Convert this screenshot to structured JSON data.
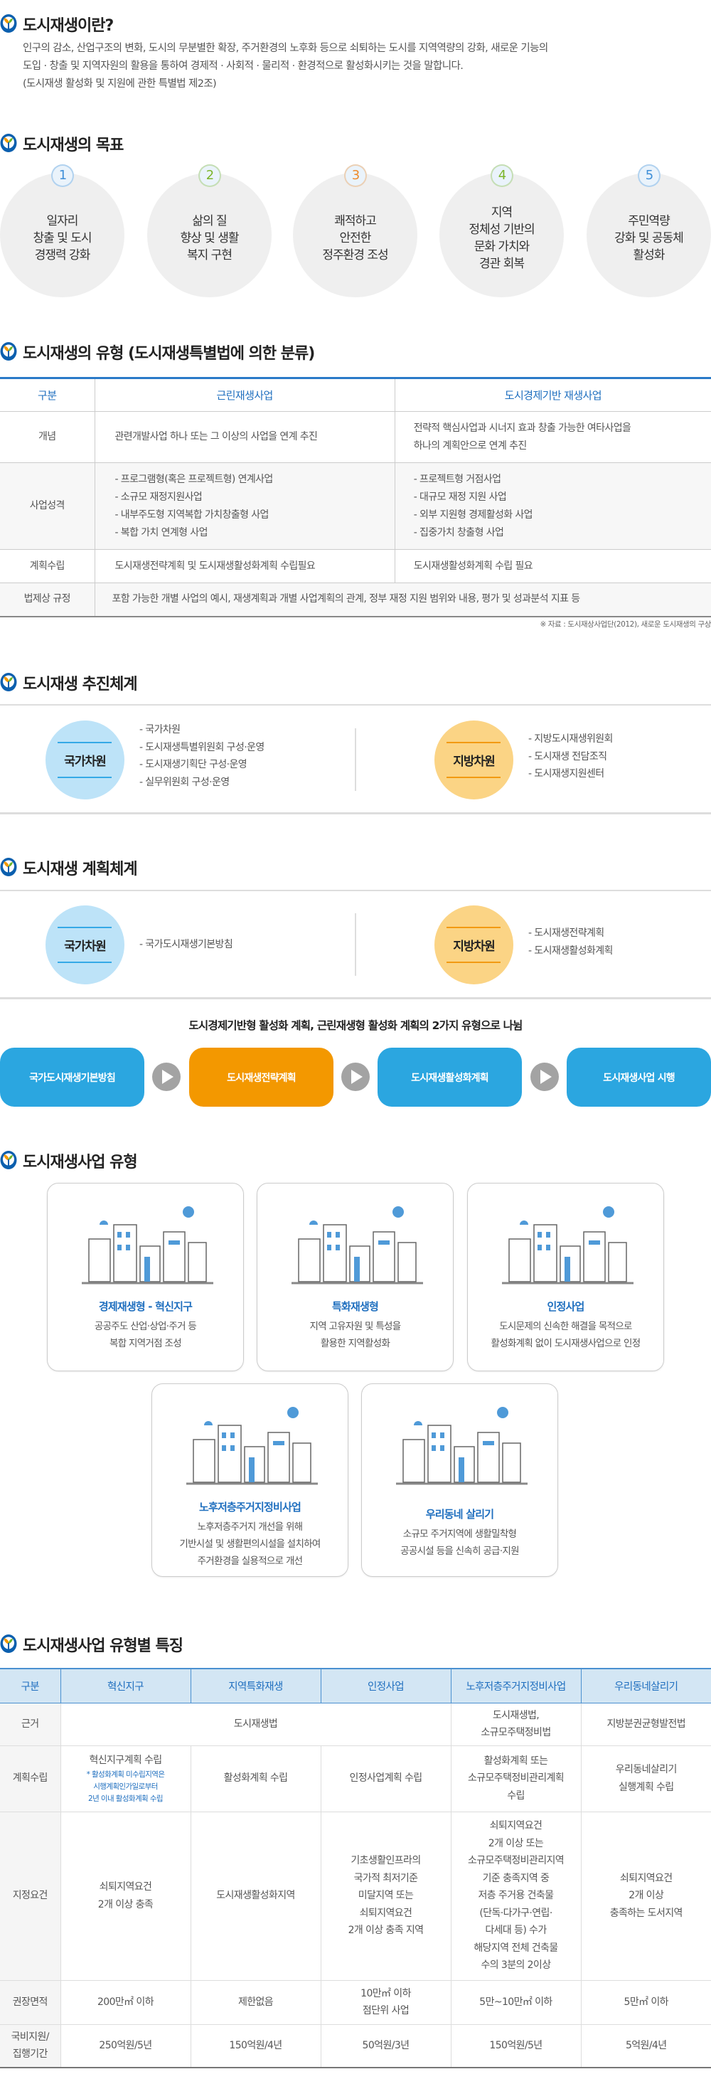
{
  "sections": {
    "intro_title": "도시재생이란?",
    "goals_title": "도시재생의 목표",
    "types_title": "도시재생의 유형 (도시재생특별법에 의한 분류)",
    "promotion_title": "도시재생 추진체계",
    "planning_title": "도시재생 계획체계",
    "project_types_title": "도시재생사업 유형",
    "features_title": "도시재생사업 유형별 특징"
  },
  "intro": {
    "line1": "인구의 감소, 산업구조의 변화, 도시의 무분별한 확장, 주거환경의 노후화 등으로 쇠퇴하는 도시를 지역역량의 강화, 새로운 기능의",
    "line2": "도입 · 창출 및 지역자원의 활용을 통하여 경제적 · 사회적 · 물리적 · 환경적으로 활성화시키는 것을 말합니다.",
    "line3": "(도시재생 활성화 및 지원에 관한 특별법 제2조)"
  },
  "goals": [
    {
      "num": "1",
      "text": "일자리\n창출 및 도시\n경쟁력 강화",
      "color": "#3f8fd8"
    },
    {
      "num": "2",
      "text": "삶의 질\n향상 및 생활\n복지 구현",
      "color": "#7cb52a"
    },
    {
      "num": "3",
      "text": "쾌적하고\n안전한\n정주환경 조성",
      "color": "#ee8a2a"
    },
    {
      "num": "4",
      "text": "지역\n정체성 기반의\n문화 가치와\n경관 회복",
      "color": "#7cb52a"
    },
    {
      "num": "5",
      "text": "주민역량\n강화 및 공동체\n활성화",
      "color": "#3f8fd8"
    }
  ],
  "types_table": {
    "headers": [
      "구분",
      "근린재생사업",
      "도시경제기반 재생사업"
    ],
    "rows": [
      {
        "label": "개념",
        "a": [
          "관련개발사업 하나 또는 그 이상의 사업을 연계 추진"
        ],
        "b": [
          "전략적 핵심사업과 시너지 효과 창출 가능한 여타사업을",
          "하나의 계획안으로 연계 추진"
        ]
      },
      {
        "label": "사업성격",
        "a": [
          "- 프로그램형(혹은 프로젝트형) 연계사업",
          "- 소규모 재정지원사업",
          "- 내부주도형 지역복합 가치창출형 사업",
          "- 복합 가치 연계형 사업"
        ],
        "b": [
          "- 프로젝트형 거점사업",
          "- 대규모 재정 지원 사업",
          "- 외부 지원형 경제활성화 사업",
          "- 집중가치 창출형 사업"
        ]
      },
      {
        "label": "계획수립",
        "a": [
          "도시재생전략계획 및 도시재생활성화계획 수립필요"
        ],
        "b": [
          "도시재생활성화계획 수립 필요"
        ]
      },
      {
        "label": "법제상 규정",
        "span": "포함 가능한 개별 사업의 예시, 재생계획과 개별 사업계획의 관계, 정부 재정 지원 범위와 내용, 평가 및 성과분석 지표 등"
      }
    ],
    "source": "※ 자료 : 도시재상사업단(2012), 새로운 도시재생의 구상"
  },
  "promotion": {
    "national": {
      "label": "국가차원",
      "items": [
        "- 국가차원",
        "- 도시재생특별위원회 구성·운영",
        "- 도시재생기획단 구성·운영",
        "- 실무위원회 구성·운영"
      ]
    },
    "local": {
      "label": "지방차원",
      "items": [
        "- 지방도시재생위원회",
        "- 도시재생 전담조직",
        "- 도시재생지원센터"
      ]
    }
  },
  "planning": {
    "national": {
      "label": "국가차원",
      "items": [
        "- 국가도시재생기본방침"
      ]
    },
    "local": {
      "label": "지방차원",
      "items": [
        "- 도시재생전략계획",
        "- 도시재생활성화계획"
      ]
    },
    "caption": "도시경제기반형 활성화 계획, 근린재생형 활성화 계획의 2가지 유형으로 나뉨",
    "flow": [
      "국가도시재생기본방침",
      "도시재생전략계획",
      "도시재생활성화계획",
      "도시재생사업 시행"
    ],
    "colors": {
      "blue": "#2ba6e0",
      "orange": "#f39800"
    }
  },
  "project_types": [
    {
      "title": "경제재생형 - 혁신지구",
      "desc": "공공주도 산업·상업·주거 등\n복합 지역거점 조성"
    },
    {
      "title": "특화재생형",
      "desc": "지역 고유자원 및 특성을\n활용한 지역활성화"
    },
    {
      "title": "인정사업",
      "desc": "도시문제의 신속한 해결을 목적으로\n활성화계획 없이 도시재생사업으로 인정"
    },
    {
      "title": "노후저층주거지정비사업",
      "desc": "노후저층주거지 개선을 위해\n기반시설 및 생활편의시설을 설치하여\n주거환경을 실용적으로 개선"
    },
    {
      "title": "우리동네 살리기",
      "desc": "소규모 주거지역에 생활밀착형\n공공시설 등을 신속히 공급·지원"
    }
  ],
  "features_table": {
    "headers": [
      "구분",
      "혁신지구",
      "지역특화재생",
      "인정사업",
      "노후저층주거지정비사업",
      "우리동네살리기"
    ],
    "basis": {
      "label": "근거",
      "merged": "도시재생법",
      "c4": "도시재생법,\n소규모주택정비법",
      "c5": "지방분권균형발전법"
    },
    "plan": {
      "label": "계획수립",
      "c1": "혁신지구계획 수립",
      "c1_note": "* 활성화계획 미수립지역은\n시행계획인가일로부터\n2년 이내 활성화계획 수립",
      "c2": "활성화계획 수립",
      "c3": "인정사업계획 수립",
      "c4": "활성화계획 또는\n소규모주택정비관리계획\n수립",
      "c5": "우리동네살리기\n실행계획 수립"
    },
    "req": {
      "label": "지정요건",
      "c1": "쇠퇴지역요건\n2개 이상 충족",
      "c2": "도시재생활성화지역",
      "c3": "기초생활인프라의\n국가적 최저기준\n미달지역 또는\n쇠퇴지역요건\n2개 이상 충족 지역",
      "c4": "쇠퇴지역요건\n2개 이상 또는\n소규모주택정비관리지역\n기준 충족지역 중\n저층 주거용 건축물\n(단독·다가구·연립·\n다세대 등) 수가\n해당지역 전체 건축물\n수의 3분의 2이상",
      "c5": "쇠퇴지역요건\n2개 이상\n충족하는 도서지역"
    },
    "area": {
      "label": "권장면적",
      "c1": "200만㎡ 이하",
      "c2": "제한없음",
      "c3": "10만㎡ 이하\n점단위 사업",
      "c4": "5만~10만㎡ 이하",
      "c5": "5만㎡ 이하"
    },
    "fund": {
      "label": "국비지원/\n집행기간",
      "c1": "250억원/5년",
      "c2": "150억원/4년",
      "c3": "50억원/3년",
      "c4": "150억원/5년",
      "c5": "5억원/4년"
    }
  }
}
